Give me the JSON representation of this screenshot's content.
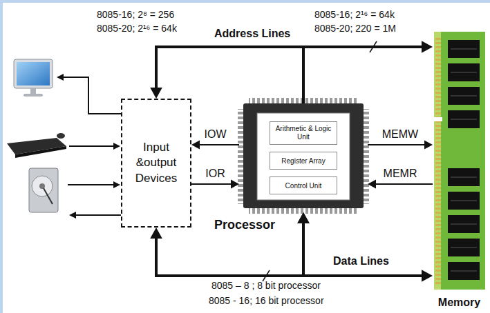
{
  "diagram": {
    "nodes": [
      {
        "text": [
          "Input &output Devices"
        ]
      },
      {
        "text": [
          "Processor"
        ]
      },
      {
        "text": [
          "Arithmetic & Logic Unit"
        ],
        "in": 1
      },
      {
        "text": [
          "Register Array"
        ],
        "in": 1
      },
      {
        "text": [
          "Control Unit"
        ],
        "in": 1
      },
      {
        "text": [
          "Memory"
        ]
      }
    ],
    "edges": [
      {
        "from": 1,
        "to": 0,
        "arrow": "to"
      },
      {
        "from": 1,
        "to": 5,
        "arrow": "to"
      },
      {
        "from": 1,
        "to": 0,
        "label": "IOW",
        "arrow": "to"
      },
      {
        "from": 0,
        "to": 1,
        "label": "IOR",
        "arrow": "to"
      },
      {
        "from": 1,
        "to": 5,
        "label": "MEMW",
        "arrow": "to"
      },
      {
        "from": 5,
        "to": 1,
        "label": "MEMR",
        "arrow": "to"
      },
      {
        "from": 0,
        "to": 1,
        "arrow": "both"
      },
      {
        "from": 1,
        "to": 5,
        "arrow": "both"
      }
    ],
    "labels": [
      "8085-16; 2⁸ = 256",
      "8085-20; 2¹⁶ = 64k",
      "Address Lines",
      "8085-16; 2¹⁶ = 64k",
      "8085-20; 220 = 1M",
      "Data Lines",
      "8085 – 8 ; 8 bit processor",
      "8085 - 16; 16 bit processor"
    ]
  }
}
